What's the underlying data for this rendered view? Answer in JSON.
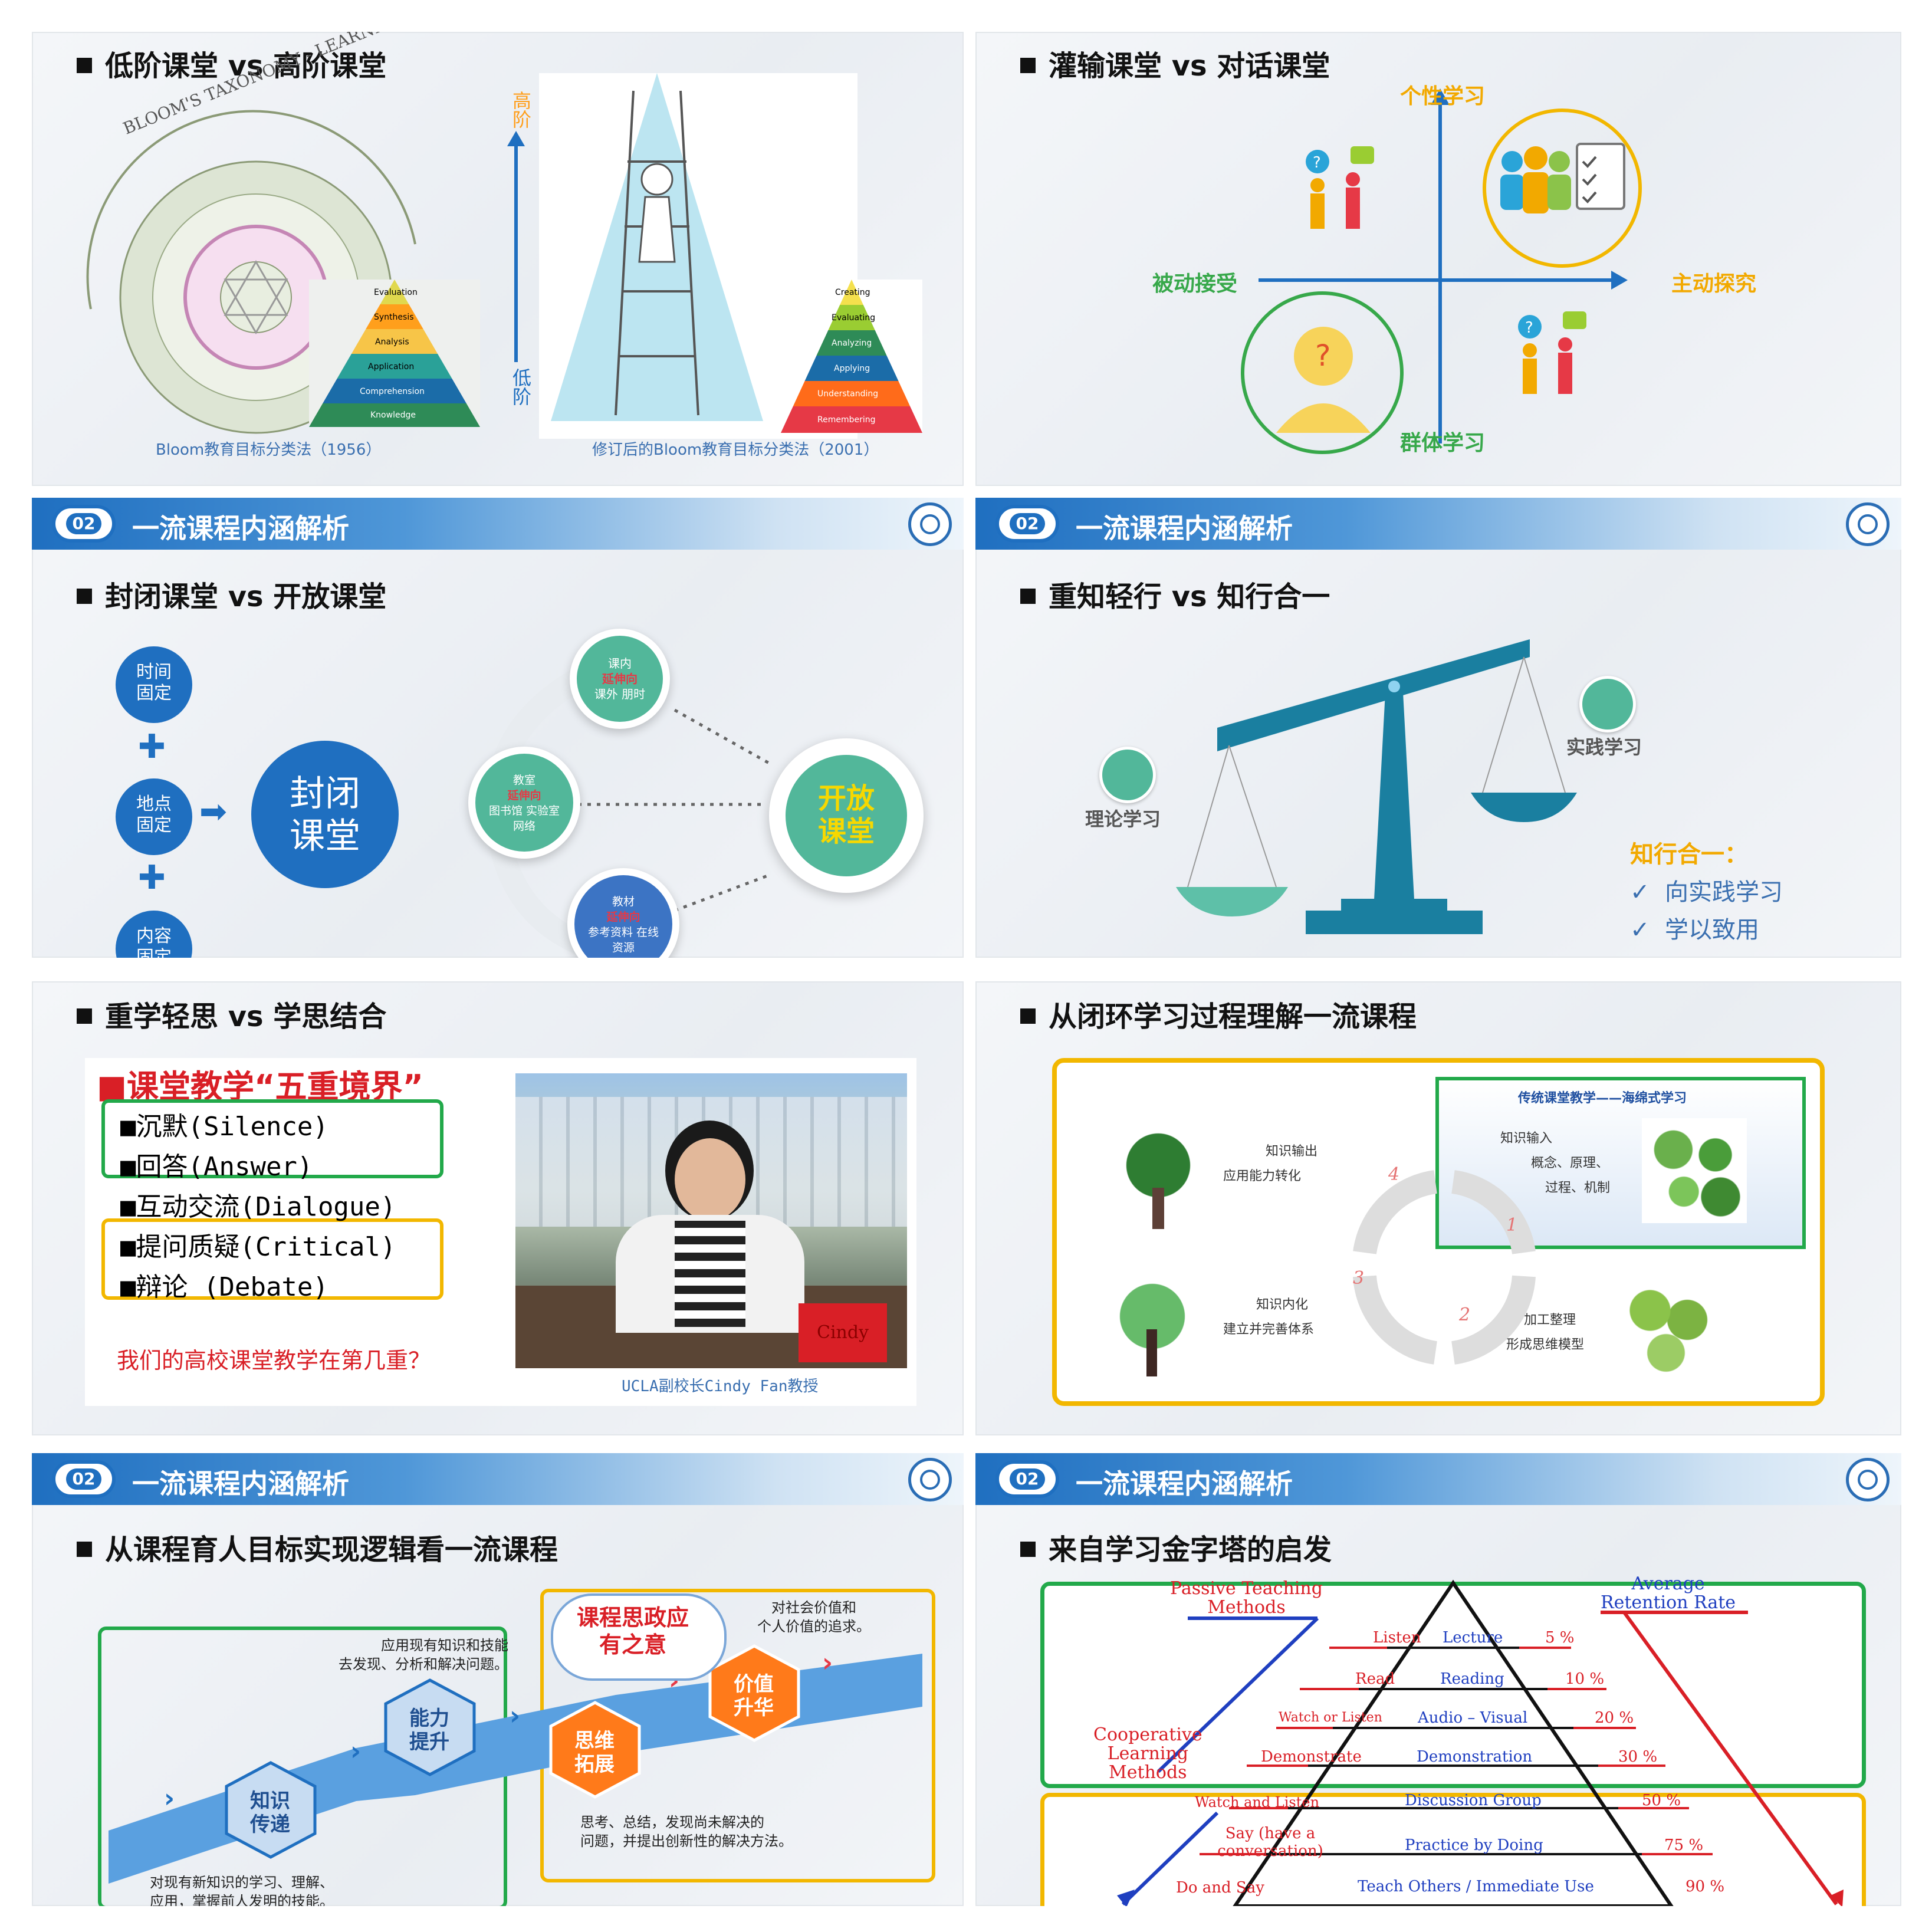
{
  "header_title": "一流课程内涵解析",
  "header_num": "02",
  "s1": {
    "title": "低阶课堂 vs 高阶课堂",
    "arc_text": "BLOOM'S TAXONOMY - LEARNING IN ACTION",
    "old_pyramid": [
      "Evaluation",
      "Synthesis",
      "Analysis",
      "Application",
      "Comprehension",
      "Knowledge"
    ],
    "new_pyramid": [
      "Creating",
      "Evaluating",
      "Analyzing",
      "Applying",
      "Understanding",
      "Remembering"
    ],
    "high": "高阶",
    "low": "低阶",
    "cap_left": "Bloom教育目标分类法（1956）",
    "cap_right": "修订后的Bloom教育目标分类法（2001）"
  },
  "s2": {
    "title": "灌输课堂 vs 对话课堂",
    "top": "个性学习",
    "bottom": "群体学习",
    "left": "被动接受",
    "right": "主动探究"
  },
  "s3": {
    "title": "封闭课堂 vs 开放课堂",
    "left_circles": [
      [
        "时间",
        "固定"
      ],
      [
        "地点",
        "固定"
      ],
      [
        "内容",
        "固定"
      ]
    ],
    "plus": "✚",
    "arrow": "➡",
    "closed": [
      "封闭",
      "课堂"
    ],
    "open": [
      "开放",
      "课堂"
    ],
    "nodes": [
      {
        "a": "课内",
        "b": "延伸向",
        "c": "课外 朋时"
      },
      {
        "a": "教室",
        "b": "延伸向",
        "c": "图书馆 实验室",
        "d": "网络"
      },
      {
        "a": "教材",
        "b": "延伸向",
        "c": "参考资料 在线",
        "d": "资源"
      }
    ]
  },
  "s4": {
    "title": "重知轻行 vs 知行合一",
    "theory": "理论学习",
    "practice": "实践学习",
    "heading": "知行合一：",
    "items": [
      "向实践学习",
      "学以致用"
    ]
  },
  "s5": {
    "title": "重学轻思 vs 学思结合",
    "heading": "■课堂教学“五重境界”",
    "levels": [
      "■沉默(Silence)",
      "■回答(Answer)",
      "■互动交流(Dialogue)",
      "■提问质疑(Critical)",
      "■辩论 (Debate)"
    ],
    "question": "我们的高校课堂教学在第几重？",
    "caption": "UCLA副校长Cindy Fan教授",
    "nameplate": "Cindy Fan"
  },
  "s6": {
    "title": "从闭环学习过程理解一流课程",
    "box_title": "传统课堂教学——海绵式学习",
    "input": [
      "知识输入",
      "概念、原理、",
      "过程、机制"
    ],
    "output": [
      "知识输出",
      "应用能力转化"
    ],
    "internal": [
      "知识内化",
      "建立并完善体系"
    ],
    "process": [
      "加工整理",
      "形成思维模型"
    ],
    "nums": [
      "1",
      "2",
      "3",
      "4"
    ]
  },
  "s7": {
    "title": "从课程育人目标实现逻辑看一流课程",
    "bubble": [
      "课程思政应",
      "有之意"
    ],
    "hex": [
      [
        "知识",
        "传递"
      ],
      [
        "能力",
        "提升"
      ],
      [
        "思维",
        "拓展"
      ],
      [
        "价值",
        "升华"
      ]
    ],
    "t_apply": [
      "应用现有知识和技能",
      "去发现、分析和解决问题。"
    ],
    "t_value": [
      "对社会价值和",
      "个人价值的追求。"
    ],
    "t_think": [
      "思考、总结，发现尚未解决的",
      "问题，并提出创新性的解决方法。"
    ],
    "t_learn": [
      "对现有新知识的学习、理解、",
      "应用，掌握前人发明的技能。"
    ]
  },
  "s8": {
    "title": "来自学习金字塔的启发",
    "passive": [
      "Passive Teaching",
      "Methods"
    ],
    "avg": [
      "Average",
      "Retention Rate"
    ],
    "coop": [
      "Cooperative",
      "Learning",
      "Methods"
    ],
    "rows": [
      {
        "left": "Listen",
        "mid": "Lecture",
        "pct": "5 %"
      },
      {
        "left": "Read",
        "mid": "Reading",
        "pct": "10 %"
      },
      {
        "left": "Watch or Listen",
        "mid": "Audio – Visual",
        "pct": "20 %"
      },
      {
        "left": "Demonstrate",
        "mid": "Demonstration",
        "pct": "30 %"
      },
      {
        "left": "Watch and Listen",
        "mid": "Discussion Group",
        "pct": "50 %"
      },
      {
        "left": "Say (have a conversation)",
        "mid": "Practice by Doing",
        "pct": "75 %"
      },
      {
        "left": "Do and Say",
        "mid": "Teach Others / Immediate Use",
        "pct": "90 %"
      }
    ]
  }
}
